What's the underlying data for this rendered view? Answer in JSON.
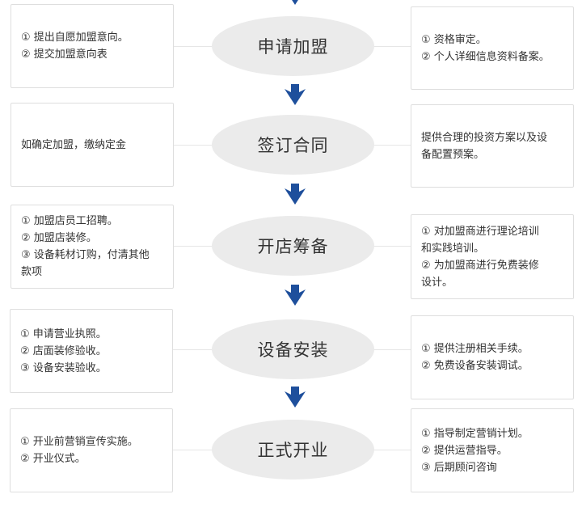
{
  "colors": {
    "arrow": "#1e4f9c",
    "ellipse": "#ebebeb",
    "box_border": "#dedede",
    "connector": "#e6e6e6"
  },
  "steps": [
    {
      "title": "申请加盟",
      "left": [
        "① 提出自愿加盟意向。",
        "② 提交加盟意向表"
      ],
      "right": [
        "① 资格审定。",
        "② 个人详细信息资料备案。"
      ]
    },
    {
      "title": "签订合同",
      "left": [
        "如确定加盟，缴纳定金"
      ],
      "right": [
        "提供合理的投资方案以及设",
        "备配置预案。"
      ]
    },
    {
      "title": "开店筹备",
      "left": [
        "① 加盟店员工招聘。",
        "② 加盟店装修。",
        "③ 设备耗材订购，付清其他",
        "款项"
      ],
      "right": [
        "① 对加盟商进行理论培训",
        "和实践培训。",
        "② 为加盟商进行免费装修",
        "设计。"
      ]
    },
    {
      "title": "设备安装",
      "left": [
        "① 申请营业执照。",
        "② 店面装修验收。",
        "③ 设备安装验收。"
      ],
      "right": [
        "① 提供注册相关手续。",
        "② 免费设备安装调试。"
      ]
    },
    {
      "title": "正式开业",
      "left": [
        "① 开业前营销宣传实施。",
        "② 开业仪式。"
      ],
      "right": [
        "① 指导制定营销计划。",
        "② 提供运营指导。",
        "③ 后期顾问咨询"
      ]
    }
  ]
}
